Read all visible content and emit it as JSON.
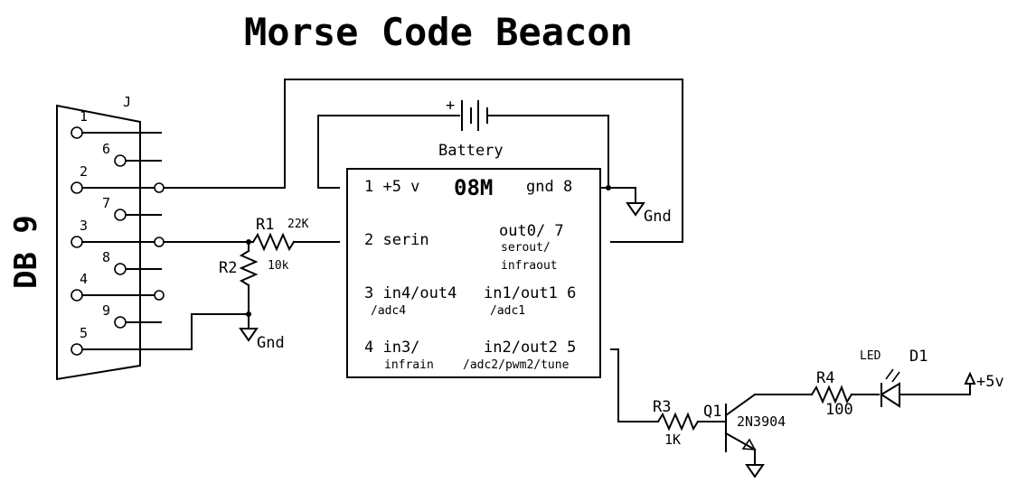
{
  "title": "Morse Code Beacon",
  "connector": {
    "label": "DB 9",
    "ref": "J",
    "pins": [
      "1",
      "6",
      "2",
      "7",
      "3",
      "8",
      "4",
      "9",
      "5"
    ]
  },
  "chip": {
    "name": "08M",
    "pin1": "1 +5 v",
    "pin8": "gnd  8",
    "pin2": "2 serin",
    "pin7a": "out0/  7",
    "pin7b": "serout/",
    "pin7c": "infraout",
    "pin3a": "3 in4/out4",
    "pin3b": "/adc4",
    "pin6a": "in1/out1 6",
    "pin6b": "/adc1",
    "pin4a": "4 in3/",
    "pin4b": "infrain",
    "pin5a": "in2/out2 5",
    "pin5b": "/adc2/pwm2/tune"
  },
  "battery": {
    "label": "Battery",
    "plus": "+"
  },
  "gnd_label": "Gnd",
  "r1": {
    "ref": "R1",
    "value": "22K"
  },
  "r2": {
    "ref": "R2",
    "value": "10k"
  },
  "r3": {
    "ref": "R3",
    "value": "1K"
  },
  "r4": {
    "ref": "R4",
    "value": "100"
  },
  "q1": {
    "ref": "Q1",
    "part": "2N3904"
  },
  "d1": {
    "ref": "D1",
    "type": "LED"
  },
  "supply": "+5v"
}
